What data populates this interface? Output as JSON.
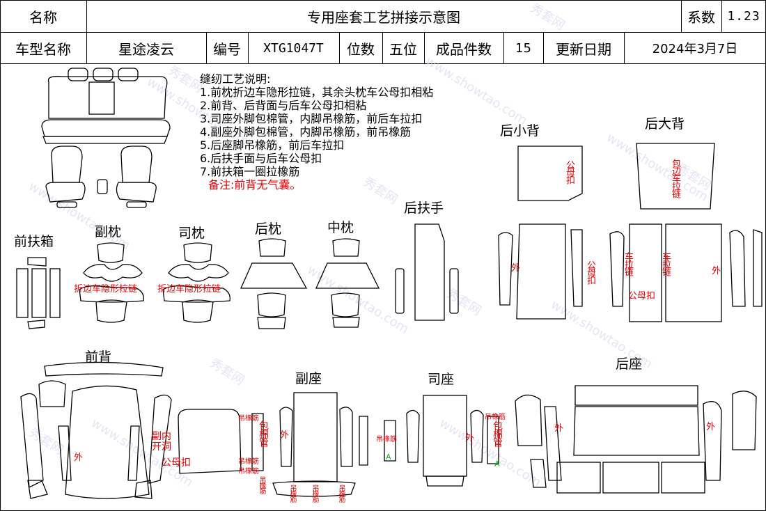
{
  "header": {
    "name_label": "名称",
    "title": "专用座套工艺拼接示意图",
    "coef_label": "系数",
    "coef_value": "1.23",
    "model_label": "车型名称",
    "model_value": "星途凌云",
    "code_label": "编号",
    "code_value": "XTG1047T",
    "seats_label": "位数",
    "seats_value": "五位",
    "pieces_label": "成品件数",
    "pieces_value": "15",
    "date_label": "更新日期",
    "date_value": "2024年3月7日"
  },
  "notes": {
    "heading": "缝纫工艺说明:",
    "items": [
      "1.前枕折边车隐形拉链，其余头枕车公母扣相粘",
      "2.前背、后背面与后车公母扣相粘",
      "3.司座外脚包棉管，内脚吊橡筋，前后车拉扣",
      "4.副座外脚包棉管，内脚吊橡筋，前吊橡筋",
      "5.后座脚吊橡筋，前后车拉扣",
      "6.后扶手面与后车公母扣",
      "7.前扶箱一圈拉橡筋"
    ],
    "remark": "备注:前背无气囊。"
  },
  "sections": {
    "front_armbox": "前扶箱",
    "passenger_headrest": "副枕",
    "driver_headrest": "司枕",
    "rear_headrest": "后枕",
    "middle_headrest": "中枕",
    "rear_armrest": "后扶手",
    "rear_small_back": "后小背",
    "rear_big_back": "后大背",
    "front_back": "前背",
    "passenger_seat": "副座",
    "driver_seat": "司座",
    "rear_seat": "后座"
  },
  "annotations": {
    "hidden_zipper": "折边车隐形拉链",
    "snap": "公母扣",
    "snap_fastener": "公母扣",
    "pull_chain": "车拉链",
    "edge_pull_chain": "包边车拉链",
    "outer": "外",
    "inner_slit": "副内开洞",
    "elastic": "吊橡筋",
    "elastic_short": "吊橡筋",
    "cotton_tube": "包棉管",
    "mark_a": "A"
  },
  "watermark": {
    "text_url": "www.showtao.com",
    "text_cn": "秀套网"
  }
}
